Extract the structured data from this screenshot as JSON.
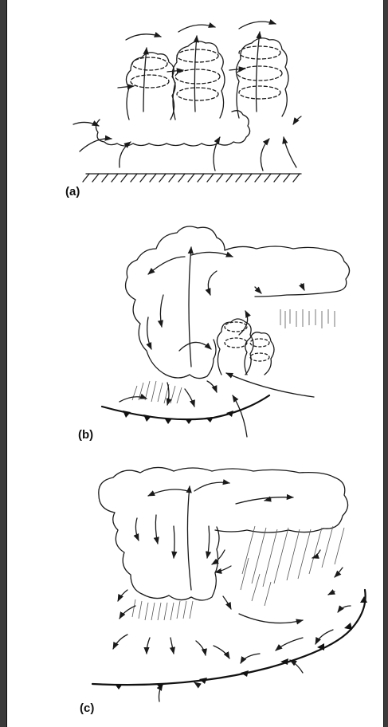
{
  "figure": {
    "panels": [
      {
        "id": "a",
        "label": "(a)"
      },
      {
        "id": "b",
        "label": "(b)"
      },
      {
        "id": "c",
        "label": "(c)"
      }
    ]
  },
  "colors": {
    "background": "#3b3b3b",
    "paper": "#ffffff",
    "ink": "#1a1a1a"
  }
}
